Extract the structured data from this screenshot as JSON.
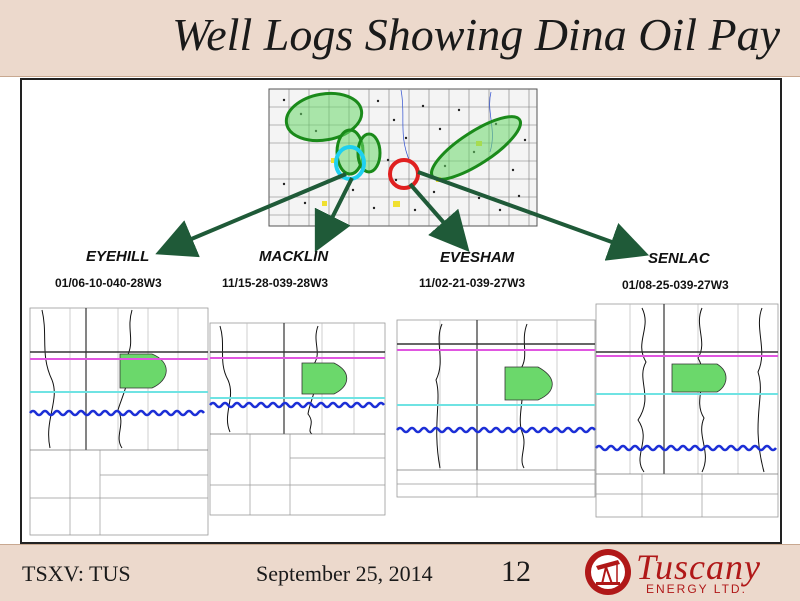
{
  "slide": {
    "title": "Well Logs Showing Dina Oil Pay"
  },
  "wells": [
    {
      "name": "EYEHILL",
      "location": "01/06-10-040-28W3"
    },
    {
      "name": "MACKLIN",
      "location": "11/15-28-039-28W3"
    },
    {
      "name": "EVESHAM",
      "location": "11/02-21-039-27W3"
    },
    {
      "name": "SENLAC",
      "location": "01/08-25-039-27W3"
    }
  ],
  "footer": {
    "ticker": "TSXV: TUS",
    "date": "September 25, 2014",
    "page_number": "12"
  },
  "logo": {
    "name": "Tuscany",
    "subtitle": "ENERGY LTD."
  },
  "colors": {
    "band": "#ecd9cc",
    "oil_pay": "#6bd86b",
    "arrow": "#1f5a38",
    "marker_top": "#e056e0",
    "marker_water": "#6fe3e3",
    "marker_dina": "#1c2fd6",
    "highlight_cyan": "#1fd0f0",
    "highlight_red": "#e02020",
    "logo_red": "#b01818"
  }
}
